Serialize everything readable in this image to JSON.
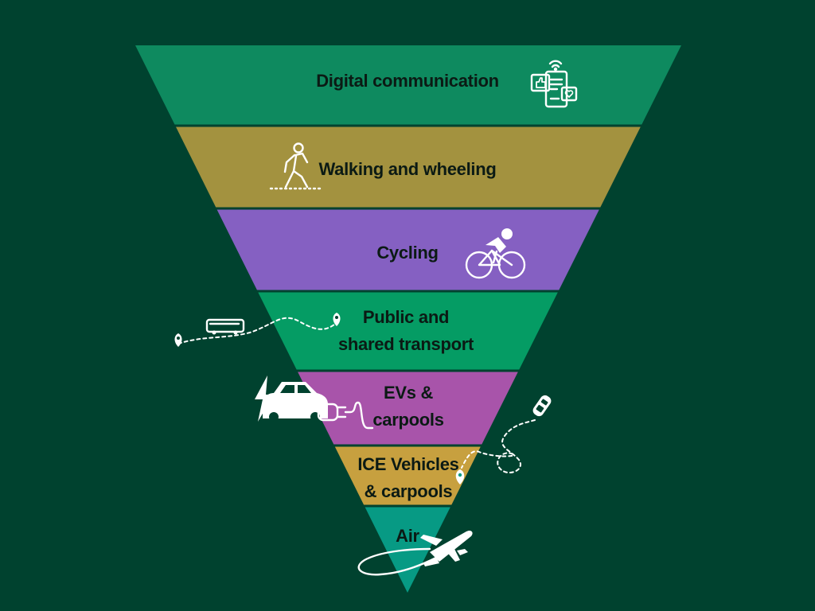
{
  "pyramid": {
    "tiers": [
      {
        "label_lines": [
          "Digital communication"
        ],
        "color": "#0e8a5f",
        "icon": "digital-communication-icon"
      },
      {
        "label_lines": [
          "Walking and wheeling"
        ],
        "color": "#a3923f",
        "icon": "walking-person-icon"
      },
      {
        "label_lines": [
          "Cycling"
        ],
        "color": "#8560c2",
        "icon": "cyclist-icon"
      },
      {
        "label_lines": [
          "Public and",
          "shared transport"
        ],
        "color": "#059c64",
        "icon": "bus-route-icon"
      },
      {
        "label_lines": [
          "EVs &",
          "carpools"
        ],
        "color": "#a854aa",
        "icon": "electric-car-icon"
      },
      {
        "label_lines": [
          "ICE Vehicles",
          "& carpools"
        ],
        "color": "#c7a03f",
        "icon": "car-route-icon"
      },
      {
        "label_lines": [
          "Air"
        ],
        "color": "#079a84",
        "icon": "airplane-icon"
      }
    ]
  },
  "colors": {
    "background": "#00422f",
    "label_text": "#0b1a14",
    "icon": "#ffffff"
  }
}
